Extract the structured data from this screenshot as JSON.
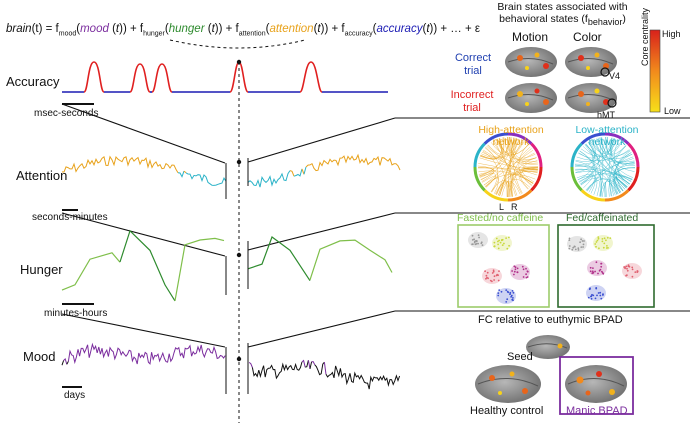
{
  "equation": {
    "lhs": "brain",
    "lhs_arg": "(t) = f",
    "f_mood_sub": "mood",
    "mood_term": "mood",
    "f_hunger_sub": "hunger",
    "hunger_term": "hunger",
    "f_attention_sub": "attention",
    "attention_term": "attention",
    "f_accuracy_sub": "accuracy",
    "accuracy_term": "accuracy",
    "tail": "+ … + ε"
  },
  "rows": [
    {
      "title": "Accuracy",
      "scale": "msec-seconds"
    },
    {
      "title": "Attention",
      "scale": "seconds-minutes"
    },
    {
      "title": "Hunger",
      "scale": "minutes-hours"
    },
    {
      "title": "Mood",
      "scale": "days"
    }
  ],
  "panel1": {
    "header_line1": "Brain states associated with",
    "header_line2": "behavioral states (f",
    "header_sub": "behavior",
    "header_close": ")",
    "col1": "Motion",
    "col2": "Color",
    "correct": "Correct trial",
    "incorrect": "Incorrect trial",
    "v4": "V4",
    "hmt": "hMT",
    "colorbar_high": "High",
    "colorbar_low": "Low",
    "colorbar_title": "Core centrality"
  },
  "panel2": {
    "high_label": "High-attention network",
    "low_label": "Low-attention network",
    "l": "L",
    "r": "R"
  },
  "panel3": {
    "fasted": "Fasted/no caffeine",
    "fed": "Fed/caffeinated"
  },
  "panel4": {
    "title": "FC relative to euthymic BPAD",
    "seed": "Seed",
    "healthy": "Healthy control",
    "manic": "Manic BPAD"
  },
  "colors": {
    "mood": "#7b2d9e",
    "hunger": "#2e8b2e",
    "attention": "#e8a21b",
    "accuracy": "#1b1bb3",
    "accuracy_peak": "#e02020",
    "low_attention": "#2bb3c8",
    "correct": "#1f3fb0",
    "incorrect": "#e02020"
  }
}
